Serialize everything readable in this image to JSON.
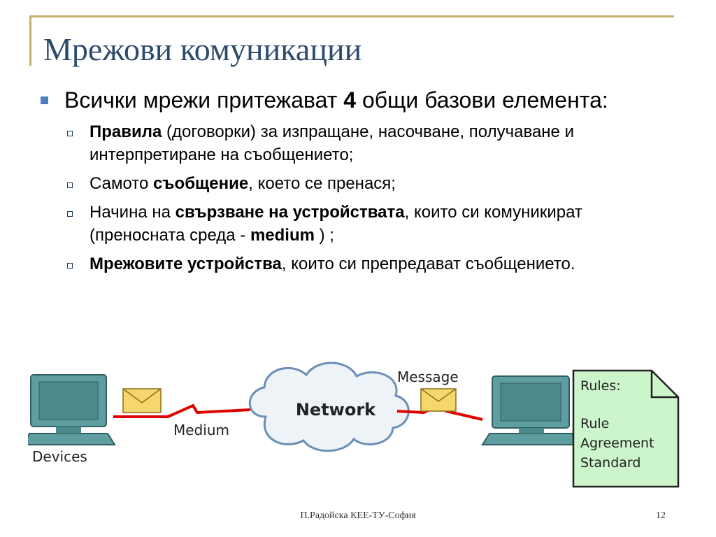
{
  "title": "Мрежови комуникации",
  "bullet_main": {
    "pre": "Всички мрежи притежават ",
    "bold": "4",
    "post": " общи базови елемента:"
  },
  "sub_bullets": [
    {
      "pre": "",
      "bold": "Правила",
      "post": " (договорки) за изпращане, насочване, получаване и интерпретиране на съобщението;"
    },
    {
      "pre": "Самото ",
      "bold": "съобщение",
      "post": ", което се пренася;"
    },
    {
      "pre": "Начина на ",
      "bold": "свързване на устройствата",
      "post": ", които си комуникират (преносната среда - ",
      "bold2": "medium",
      "post2": " ) ;"
    },
    {
      "pre": "",
      "bold": "Мрежовите устройства",
      "post": ", които си препредават съобщението."
    }
  ],
  "diagram": {
    "devices_label": "Devices",
    "medium_label": "Medium",
    "network_label": "Network",
    "message_label": "Message",
    "rules_title": "Rules:",
    "rules_items": [
      "Rule",
      "Agreement",
      "Standard"
    ]
  },
  "footer": {
    "author": "П.Радойска КЕЕ-ТУ-София",
    "page": "12"
  },
  "colors": {
    "title": "#2c4a6e",
    "bullet": "#4a7fbf",
    "frame": "#c8b06a",
    "computer": "#5f9ea0",
    "medium_line": "#e00000",
    "envelope": "#f5d76e",
    "rules_note": "#ccf5cc"
  }
}
